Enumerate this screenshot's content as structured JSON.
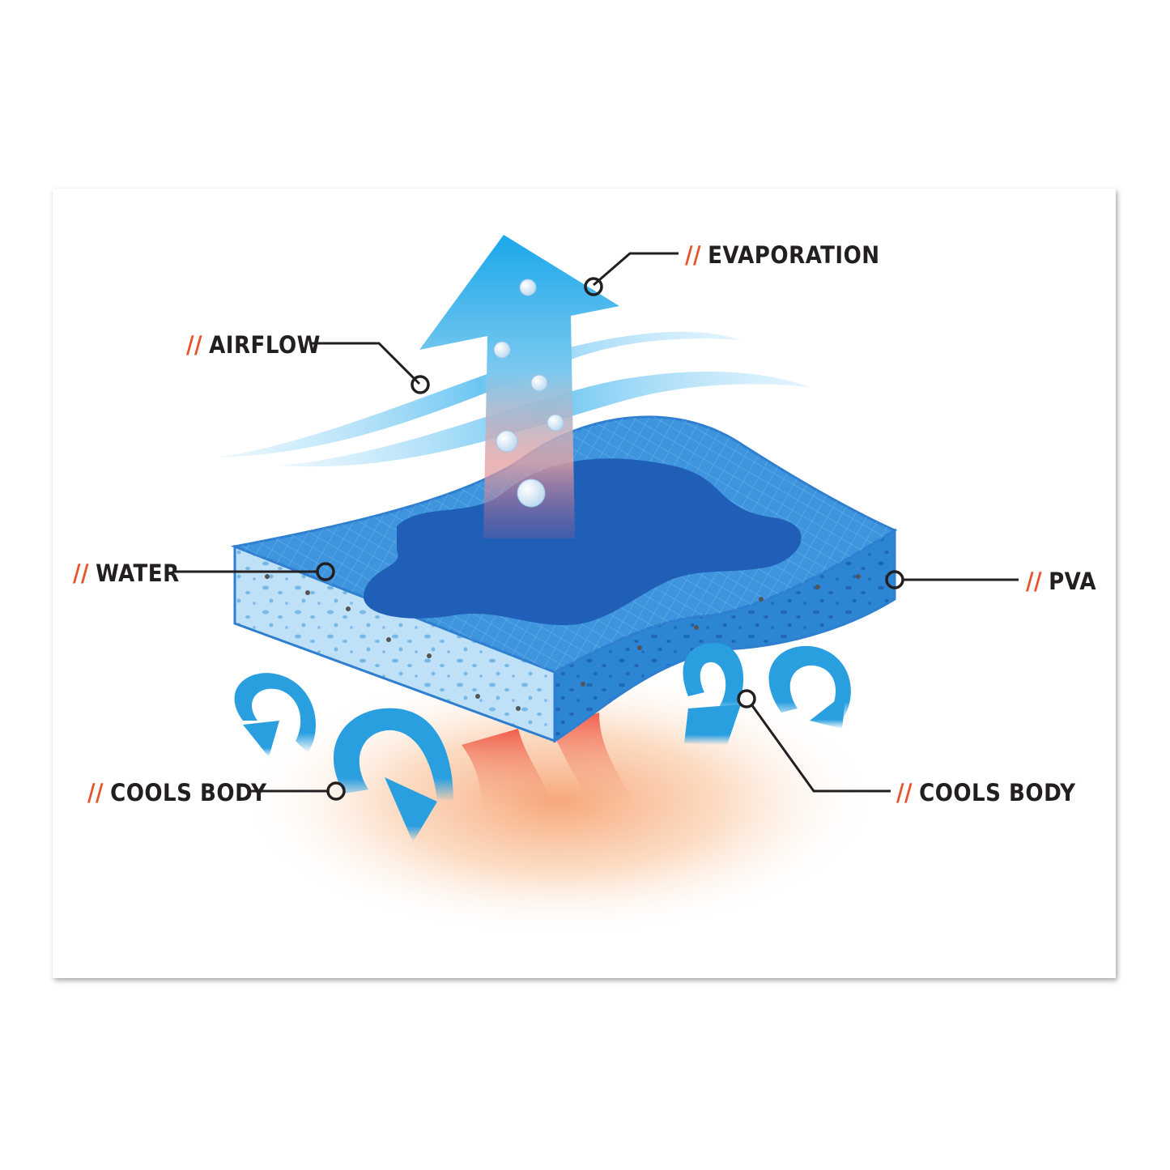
{
  "labels": {
    "prefix": "//",
    "evaporation": "EVAPORATION",
    "airflow": "AIRFLOW",
    "water": "WATER",
    "pva": "PVA",
    "cools_body_left": "COOLS BODY",
    "cools_body_right": "COOLS BODY"
  },
  "colors": {
    "accent": "#e8512a",
    "text": "#231f20",
    "blue": "#2a9fe0",
    "pad_blue": "#2f7fd0",
    "water_blue": "#1f5fb8",
    "heat": "#f26a4f"
  }
}
